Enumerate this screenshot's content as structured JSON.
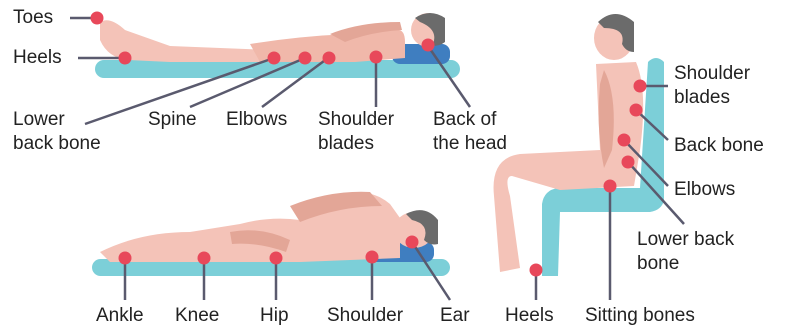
{
  "colors": {
    "pad": "#7ccfd8",
    "pad_dark": "#4fb3c0",
    "pillow": "#3f7ec0",
    "skin": "#f4c3b8",
    "skin_shade": "#e3a697",
    "hair": "#6b6b6b",
    "marker": "#e8485a",
    "line": "#5a5a6e",
    "text": "#222222"
  },
  "supine": {
    "labels": {
      "toes": "Toes",
      "heels": "Heels",
      "lower_back_bone": [
        "Lower",
        "back bone"
      ],
      "spine": "Spine",
      "elbows": "Elbows",
      "shoulder_blades": [
        "Shoulder",
        "blades"
      ],
      "back_of_head": [
        "Back of",
        "the head"
      ]
    }
  },
  "side_lying": {
    "labels": {
      "ankle": "Ankle",
      "knee": "Knee",
      "hip": "Hip",
      "shoulder": "Shoulder",
      "ear": "Ear"
    }
  },
  "sitting": {
    "labels": {
      "shoulder_blades": [
        "Shoulder",
        "blades"
      ],
      "back_bone": "Back bone",
      "elbows": "Elbows",
      "lower_back_bone": [
        "Lower back",
        "bone"
      ],
      "heels": "Heels",
      "sitting_bones": "Sitting bones"
    }
  }
}
